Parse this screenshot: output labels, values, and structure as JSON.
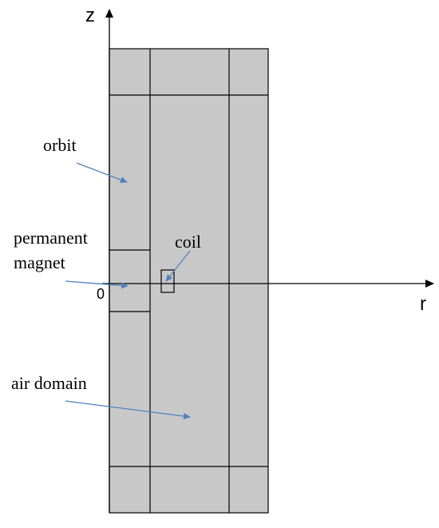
{
  "axes": {
    "z_label": "z",
    "r_label": "r",
    "origin_label": "0"
  },
  "labels": {
    "orbit": "orbit",
    "permanent_line1": "permanent",
    "permanent_line2": "magnet",
    "coil": "coil",
    "air_domain": "air domain"
  },
  "colors": {
    "domain_fill": "#c8c8c8",
    "arrow": "#4f81bd",
    "line": "#000000"
  }
}
